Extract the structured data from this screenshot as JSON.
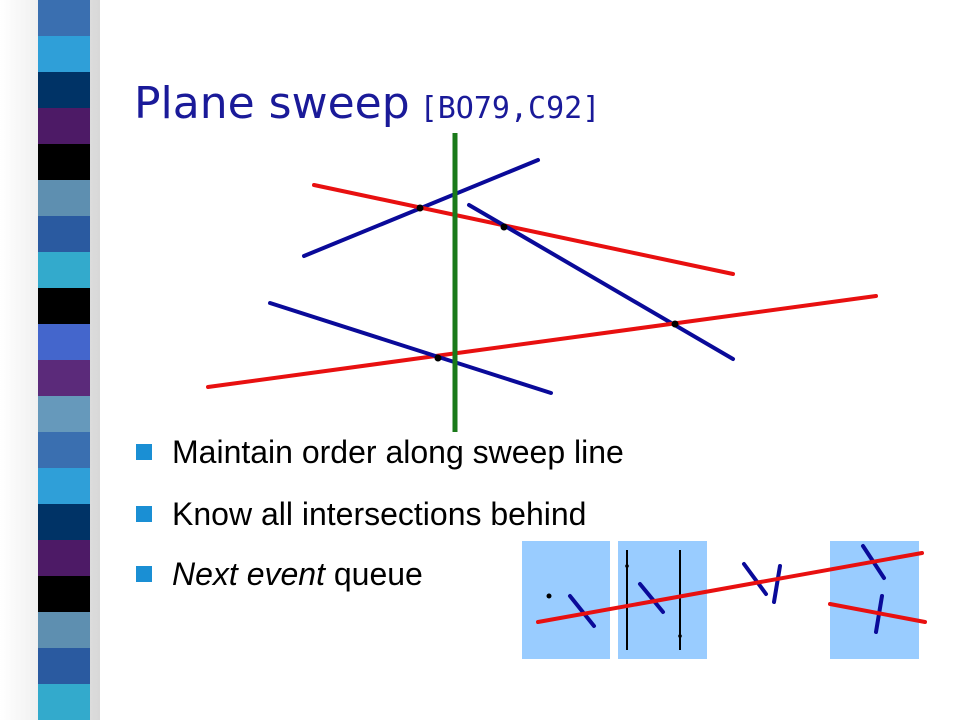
{
  "slide": {
    "title": "Plane sweep",
    "citation": "[BO79,C92]"
  },
  "bullets": [
    {
      "text": "Maintain order along sweep line",
      "italic": null
    },
    {
      "text": "Know all intersections behind",
      "italic": null
    },
    {
      "text": " queue",
      "italic": "Next event"
    }
  ],
  "colors": {
    "sweep_line": "#1a7a1a",
    "blue_segment": "#0a0a99",
    "red_segment": "#e81010",
    "panel": "#99ccff",
    "bullet_marker": "#1a8fd4",
    "title": "#1a1a99",
    "stripe": [
      "#3a6fb0",
      "#2f9fd8",
      "#003366",
      "#4d1a66",
      "#000000",
      "#5e8fb0",
      "#2a5aa0",
      "#33aacc",
      "#000000",
      "#4466cc",
      "#5b2a7a",
      "#6699bb"
    ]
  },
  "icons": [
    "square-bullet-icon",
    "intersection-point-icon"
  ]
}
